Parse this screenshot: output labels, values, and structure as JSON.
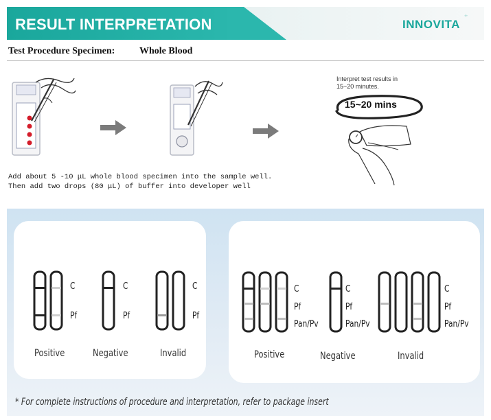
{
  "header": {
    "title": "RESULT INTERPRETATION",
    "brand": "INNOVITA",
    "brand_mark": "+",
    "accent_color": "#1aa79c"
  },
  "procedure": {
    "label": "Test Procedure Specimen:",
    "value": "Whole Blood"
  },
  "steps": [
    {
      "icon": "pipette-cassette-icon"
    },
    {
      "icon": "arrow-right-icon"
    },
    {
      "icon": "buffer-dropper-icon"
    },
    {
      "icon": "arrow-right-icon"
    },
    {
      "icon": "wristwatch-icon"
    }
  ],
  "timing": {
    "caption": "Interpret test results in\n15~20 minutes.",
    "badge": "15~20 mins"
  },
  "instructions": {
    "line1": "Add about 5 -10 μL whole blood specimen into the sample well.",
    "line2": "Then add two drops (80 μL) of buffer into developer well"
  },
  "panel_left": {
    "line_labels": [
      "C",
      "Pf"
    ],
    "results": [
      "Positive",
      "Negative",
      "Invalid"
    ]
  },
  "panel_right": {
    "line_labels": [
      "C",
      "Pf",
      "Pan/Pv"
    ],
    "results": [
      "Positive",
      "Negative",
      "Invalid"
    ]
  },
  "footnote": "* For complete instructions of procedure and interpretation, refer to package insert"
}
